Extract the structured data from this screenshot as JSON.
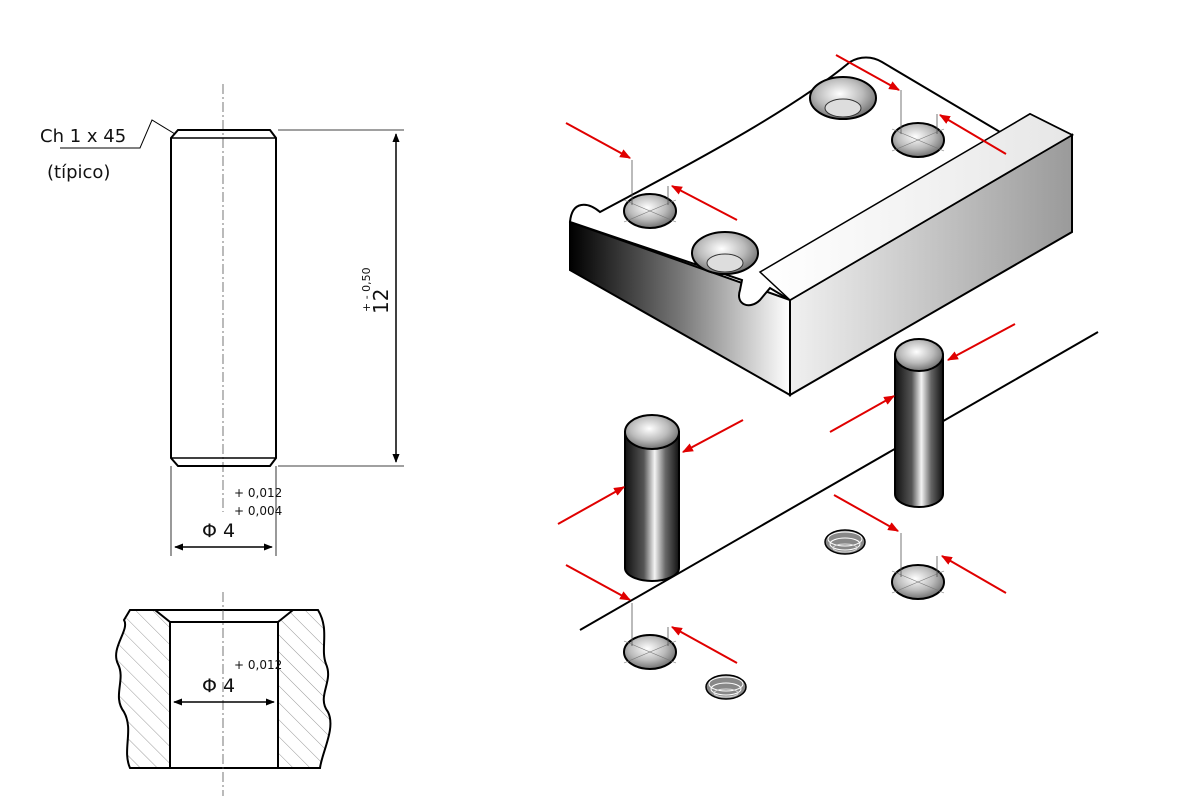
{
  "drawing": {
    "chamfer_label": "Ch 1 x 45",
    "chamfer_note": "(típico)",
    "length_value": "12",
    "length_tolerance": "+ - 0,50",
    "pin_tol_upper": "+ 0,012",
    "pin_tol_lower": "+ 0,004",
    "pin_diameter": "Φ 4",
    "hole_tolerance": "+ 0,012",
    "hole_diameter": "Φ 4"
  },
  "colors": {
    "line": "#000000",
    "arrow": "#e00000",
    "hatch": "#9a9a9a",
    "centerline": "#555555"
  },
  "illustration": {
    "parts": [
      "locator-block",
      "dowel-pin-left",
      "dowel-pin-right",
      "base-plate"
    ]
  }
}
